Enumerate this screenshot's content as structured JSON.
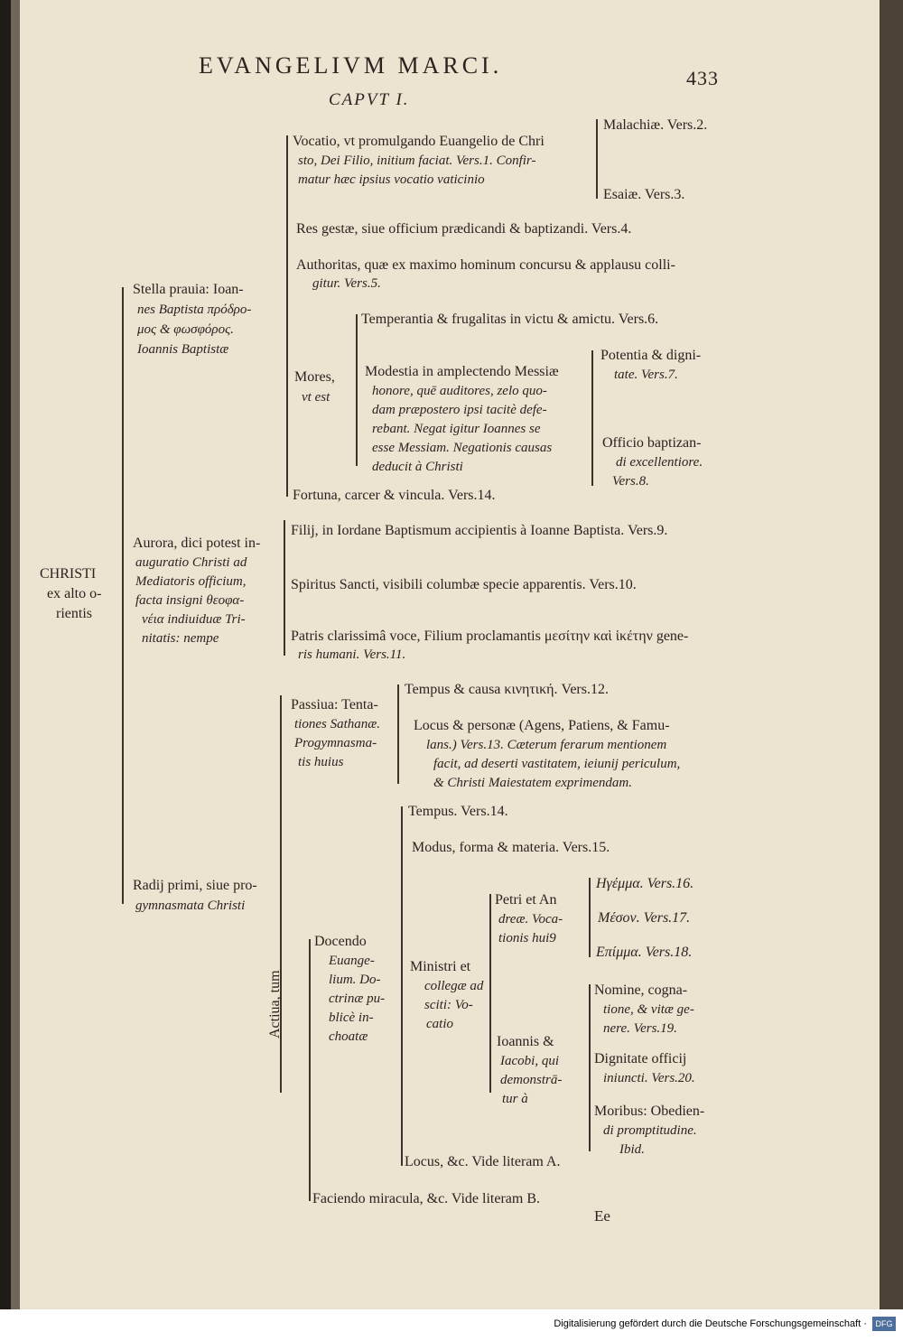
{
  "header": {
    "title": "EVANGELIVM MARCI.",
    "page_number": "433",
    "chapter": "CAPVT I."
  },
  "root": {
    "line1": "CHRISTI",
    "line2": "ex alto o-",
    "line3": "rientis"
  },
  "stella": {
    "l1": "Stella prauia: Ioan-",
    "l2": "nes Baptista πρόδρο-",
    "l3": "μος & φωσφόρος.",
    "l4": "Ioannis Baptistæ"
  },
  "vocatio": {
    "l1": "Vocatio, vt promulgando Euangelio de Chri",
    "l2": "sto, Dei Filio, initium faciat. Vers.1. Confir-",
    "l3": "matur hæc ipsius vocatio vaticinio"
  },
  "malachiae": "Malachiæ. Vers.2.",
  "esaiae": "Esaiæ. Vers.3.",
  "res_gestae": "Res gestæ, siue officium prædicandi & baptizandi. Vers.4.",
  "authoritas": {
    "l1": "Authoritas, quæ ex maximo hominum concursu & applausu colli-",
    "l2": "gitur. Vers.5."
  },
  "mores": {
    "l1": "Mores,",
    "l2": "vt est"
  },
  "temperantia": "Temperantia & frugalitas in victu & amictu. Vers.6.",
  "modestia": {
    "l1": "Modestia in amplectendo Messiæ",
    "l2": "honore, quē auditores, zelo quo-",
    "l3": "dam præpostero ipsi tacitè defe-",
    "l4": "rebant. Negat igitur Ioannes se",
    "l5": "esse Messiam. Negationis causas",
    "l6": "deducit à Christi"
  },
  "potentia": {
    "l1": "Potentia & digni-",
    "l2": "tate. Vers.7."
  },
  "officio": {
    "l1": "Officio baptizan-",
    "l2": "di excellentiore.",
    "l3": "Vers.8."
  },
  "fortuna": "Fortuna, carcer & vincula. Vers.14.",
  "aurora": {
    "l1": "Aurora, dici potest in-",
    "l2": "auguratio Christi ad",
    "l3": "Mediatoris officium,",
    "l4": "facta insigni θεοφα-",
    "l5": "νέια indiuiduæ Tri-",
    "l6": "nitatis: nempe"
  },
  "filij": "Filij, in Iordane Baptismum accipientis à Ioanne Baptista. Vers.9.",
  "spiritus": "Spiritus Sancti, visibili columbæ specie apparentis. Vers.10.",
  "patris": {
    "l1": "Patris clarissimâ voce, Filium proclamantis μεσίτην καὶ ἱκέτην gene-",
    "l2": "ris humani. Vers.11."
  },
  "passiua": {
    "l1": "Passiua: Tenta-",
    "l2": "tiones Sathanæ.",
    "l3": "Progymnasma-",
    "l4": "tis huius"
  },
  "tempus1": "Tempus & causa κινητική. Vers.12.",
  "locus1": {
    "l1": "Locus & personæ (Agens, Patiens, & Famu-",
    "l2": "lans.) Vers.13. Cæterum ferarum mentionem",
    "l3": "facit, ad deserti vastitatem, ieiunij periculum,",
    "l4": "& Christi Maiestatem exprimendam."
  },
  "tempus2": "Tempus. Vers.14.",
  "modus": "Modus, forma & materia. Vers.15.",
  "radij": {
    "l1": "Radij primi, siue pro-",
    "l2": "gymnasmata Christi"
  },
  "activa": "Actiua, tum",
  "docendo": {
    "l1": "Docendo",
    "l2": "Euange-",
    "l3": "lium. Do-",
    "l4": "ctrinæ pu-",
    "l5": "blicè in-",
    "l6": "choatæ"
  },
  "ministri": {
    "l1": "Ministri et",
    "l2": "collegæ ad",
    "l3": "sciti: Vo-",
    "l4": "catio"
  },
  "petri": {
    "l1": "Petri et An",
    "l2": "dreæ. Voca-",
    "l3": "tionis hui9"
  },
  "ioannis": {
    "l1": "Ioannis &",
    "l2": "Iacobi, qui",
    "l3": "demonstrā-",
    "l4": "tur à"
  },
  "hgemma": "Ηγέμμα. Vers.16.",
  "meson": "Μέσον. Vers.17.",
  "epimma": "Επίμμα. Vers.18.",
  "nomine": {
    "l1": "Nomine, cogna-",
    "l2": "tione, & vitæ ge-",
    "l3": "nere. Vers.19."
  },
  "dignitate": {
    "l1": "Dignitate officij",
    "l2": "iniuncti. Vers.20."
  },
  "moribus": {
    "l1": "Moribus: Obedien-",
    "l2": "di promptitudine.",
    "l3": "Ibid."
  },
  "locus2": "Locus, &c. Vide literam A.",
  "faciendo": "Faciendo miracula, &c. Vide literam B.",
  "signature": "Ee",
  "footer": {
    "text": "Digitalisierung gefördert durch die Deutsche Forschungsgemeinschaft ·",
    "logo": "DFG"
  }
}
